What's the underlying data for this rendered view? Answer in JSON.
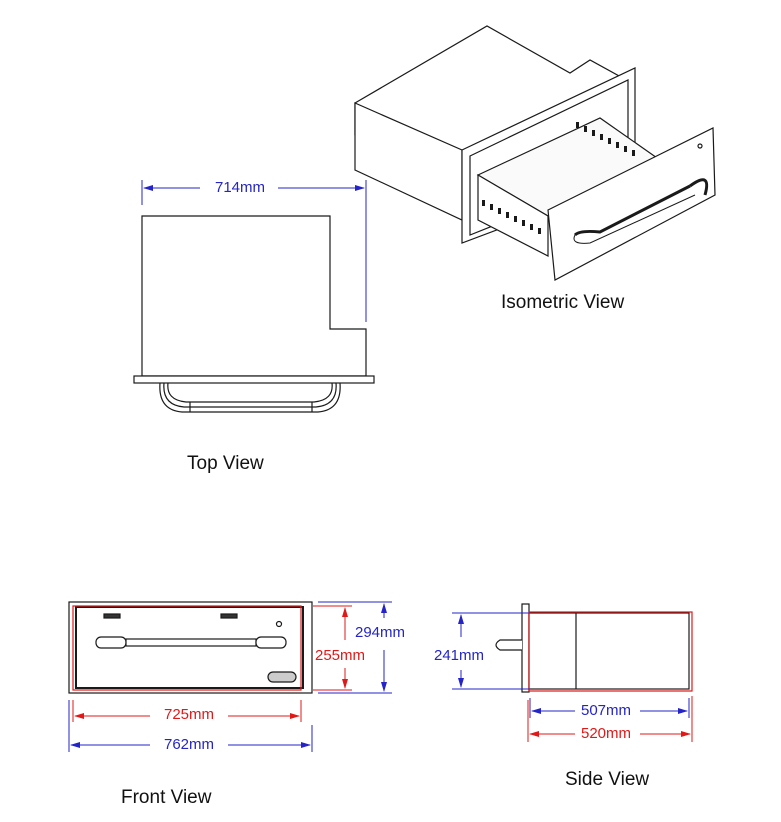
{
  "colors": {
    "outline": "#1a1a1a",
    "dim_blue": "#2424c8",
    "dim_red": "#e01818"
  },
  "views": {
    "top": {
      "title": "Top View",
      "width_dim": "714mm"
    },
    "isometric": {
      "title": "Isometric View"
    },
    "front": {
      "title": "Front View",
      "outer_width": "762mm",
      "inner_width": "725mm",
      "outer_height": "294mm",
      "inner_height": "255mm"
    },
    "side": {
      "title": "Side View",
      "height_dim": "241mm",
      "depth_inner": "507mm",
      "depth_outer": "520mm"
    }
  }
}
